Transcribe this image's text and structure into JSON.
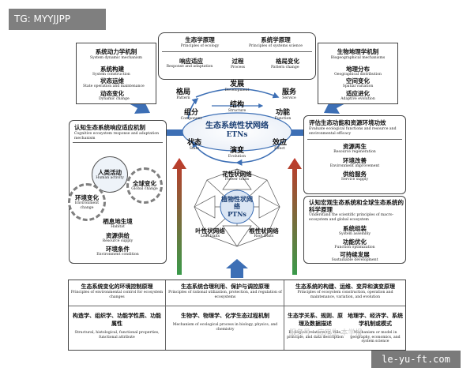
{
  "tag": "TG: MYYJJPP",
  "corner": "le-yu-ft.com",
  "watermark": "服务号 · 应用生 本学报",
  "colors": {
    "blue_arrow": "#3d6fb5",
    "red": "#c0392b",
    "green": "#2f8a43",
    "grey": "#7f7f7f"
  },
  "top_left": {
    "title_zh": "系统动力学机制",
    "title_en": "System dynamic mechanism",
    "items": [
      {
        "zh": "系统构建",
        "en": "System construction"
      },
      {
        "zh": "状态运维",
        "en": "State operation and maintenance"
      },
      {
        "zh": "动态变化",
        "en": "Dynamic change"
      }
    ]
  },
  "top_center": {
    "eco_zh": "生态学原理",
    "eco_en": "Principles of ecology",
    "sys_zh": "系统学原理",
    "sys_en": "Principles of systems science",
    "resp_zh": "响应适应",
    "resp_en": "Response and adaptation",
    "proc_zh": "过程",
    "proc_en": "Process",
    "pattern_zh": "格局变化",
    "pattern_en": "Pattern change"
  },
  "top_right": {
    "title_zh": "生物地理学机制",
    "title_en": "Biogeographical mechanisms",
    "items": [
      {
        "zh": "地理分布",
        "en": "Geographical distribution"
      },
      {
        "zh": "空间变化",
        "en": "Spatial variation"
      },
      {
        "zh": "适应进化",
        "en": "Adaptive evolution"
      }
    ]
  },
  "cycle": {
    "pattern_zh": "格局",
    "pattern_en": "Pattern",
    "development_zh": "发展",
    "development_en": "Development",
    "service_zh": "服务",
    "service_en": "Service",
    "structure_zh": "结构",
    "structure_en": "Structure",
    "component_zh": "组分",
    "component_en": "Component",
    "function_zh": "功能",
    "function_en": "Function",
    "state_zh": "状态",
    "state_en": "State",
    "effect_zh": "效应",
    "effect_en": "Effect",
    "evolution_zh": "演变",
    "evolution_en": "Evolution"
  },
  "etn": {
    "zh": "生态系统性状网络",
    "en": "ETNs"
  },
  "left_mid": {
    "title_zh": "认知生态系统响应适应机制",
    "title_en": "Cognitive ecosystem response and adaptation mechanism",
    "human_zh": "人类活动",
    "human_en": "Human activity",
    "global_zh": "全球变化",
    "global_en": "Global change",
    "env_zh": "环境变化",
    "env_en": "Environment change",
    "items": [
      {
        "zh": "栖息地生境",
        "en": "Habitat"
      },
      {
        "zh": "资源供给",
        "en": "Resource supply"
      },
      {
        "zh": "环境条件",
        "en": "Environment condition"
      }
    ]
  },
  "right_mid": {
    "title_zh": "评估生态功能和资源环境功效",
    "title_en": "Evaluate ecological functions and resource and environmental efficacy",
    "items": [
      {
        "zh": "资源再生",
        "en": "Resource regeneration"
      },
      {
        "zh": "环境改善",
        "en": "Environment improvement"
      },
      {
        "zh": "供给服务",
        "en": "Service supply"
      }
    ]
  },
  "right_low": {
    "title_zh": "认知宏观生态系统和全球生态系统的科学原理",
    "title_en": "Understand the scientific principles of macro-ecosystem and global ecosystem",
    "items": [
      {
        "zh": "系统组装",
        "en": "System assembly"
      },
      {
        "zh": "功能优化",
        "en": "Function optimization"
      },
      {
        "zh": "可持续发展",
        "en": "Sustainable development"
      }
    ]
  },
  "ptn": {
    "flower_zh": "花性状网络",
    "flower_en": "Flower traits",
    "leaf_zh": "叶性状网络",
    "leaf_en": "Leaf traits",
    "root_zh": "根性状网络",
    "root_en": "Root traits",
    "center_zh": "植物性状网络",
    "center_en": "PTNs"
  },
  "bottom": [
    {
      "title_zh": "生态系统变化的环境控制原理",
      "title_en": "Principles of environmental control for ecosystem changes",
      "body_zh": "构造学、组织学、功能学性质、功能属性",
      "body_en": "Structural, histological, functional properties, functional attribute"
    },
    {
      "title_zh": "生态系统合理利用、保护与调控原理",
      "title_en": "Principles of rational utilization, protection, and regulation of ecosystems",
      "body_zh": "生物学、物理学、化学生态过程机制",
      "body_en": "Mechanism of ecological process in biology, physics, and chemistry"
    },
    {
      "title_zh": "生态系统的构建、运维、变异和演变原理",
      "title_en": "Principles of ecosystem construction, operation and maintenance, variation, and evolution",
      "body2_zh": "生态学关系、规则、原理及数据描述",
      "body2_en": "Ecological relationship, rule, principle, and data description",
      "body3_zh": "地理学、经济学、系统学机制或模式",
      "body3_en": "Mechanism or model in geography, economics, and system science"
    }
  ]
}
